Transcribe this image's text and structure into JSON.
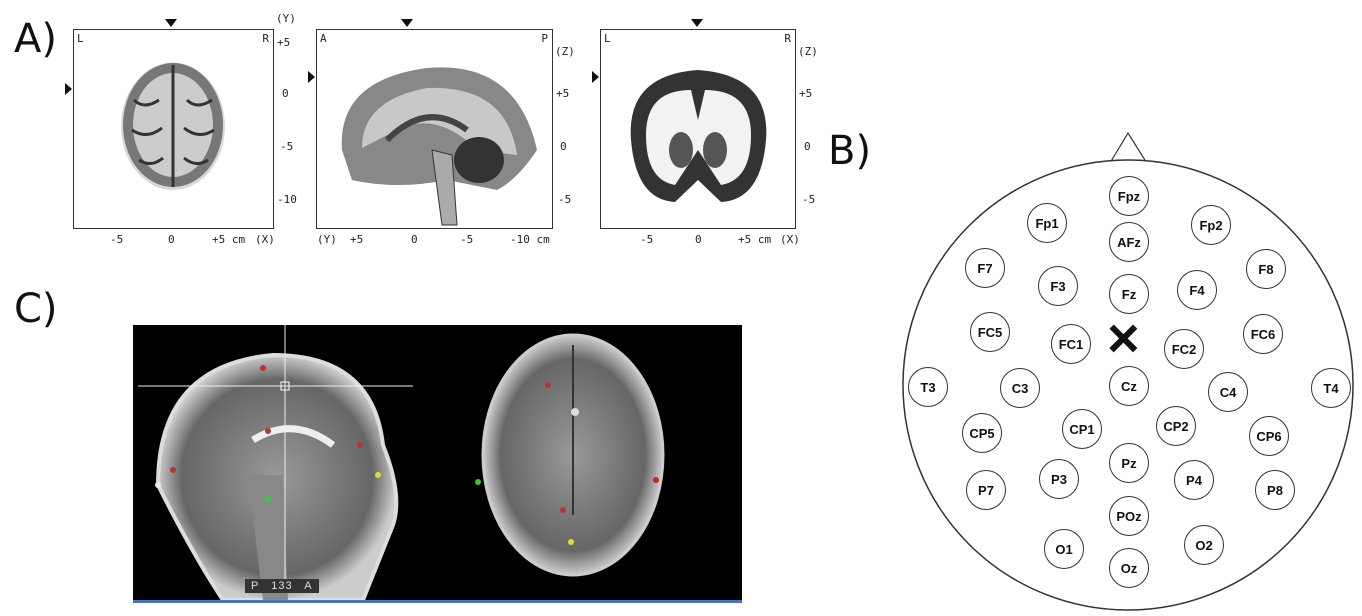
{
  "panels": {
    "a": "A)",
    "b": "B)",
    "c": "C)"
  },
  "axial": {
    "left": "L",
    "right": "R",
    "axis_right": "(Y)",
    "y_ticks": [
      "+5",
      "0",
      "-5",
      "-10"
    ],
    "x_ticks": [
      "-5",
      "0",
      "+5 cm",
      "(X)"
    ]
  },
  "sagittal": {
    "left": "A",
    "right": "P",
    "axis_right": "(Z)",
    "y_ticks": [
      "+5",
      "0",
      "-5"
    ],
    "x_ticks": [
      "(Y)",
      "+5",
      "0",
      "-5",
      "-10 cm"
    ]
  },
  "coronal": {
    "left": "L",
    "right": "R",
    "axis_right": "(Z)",
    "y_ticks": [
      "+5",
      "0",
      "-5"
    ],
    "x_ticks": [
      "-5",
      "0",
      "+5 cm",
      "(X)"
    ]
  },
  "eeg": {
    "electrodes": [
      "Fpz",
      "Fp1",
      "Fp2",
      "AFz",
      "F7",
      "F8",
      "F3",
      "Fz",
      "F4",
      "FC5",
      "FC6",
      "FC1",
      "FC2",
      "T3",
      "C3",
      "Cz",
      "C4",
      "T4",
      "CP5",
      "CP1",
      "CP2",
      "CP6",
      "Pz",
      "P3",
      "P4",
      "P7",
      "P8",
      "POz",
      "O1",
      "O2",
      "Oz"
    ],
    "marker": "×"
  },
  "mri": {
    "slice_label": "P   133   A"
  }
}
